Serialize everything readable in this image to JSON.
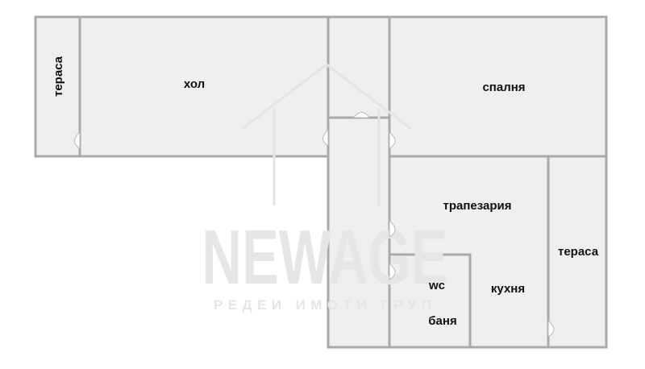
{
  "rooms": {
    "terrace_left": "тераса",
    "living": "хол",
    "bedroom": "спалня",
    "dining": "трапезария",
    "kitchen": "кухня",
    "terrace_right": "тераса",
    "wc": "wc",
    "bathroom": "баня"
  },
  "colors": {
    "room_fill": "#efefef",
    "wall": "#a9a9a9",
    "label": "#111111",
    "watermark": "#e4e4e4"
  },
  "watermark": {
    "brand": "NEWAGE",
    "tagline": "РЕДЕИ ИМОТИ ГРУП"
  }
}
